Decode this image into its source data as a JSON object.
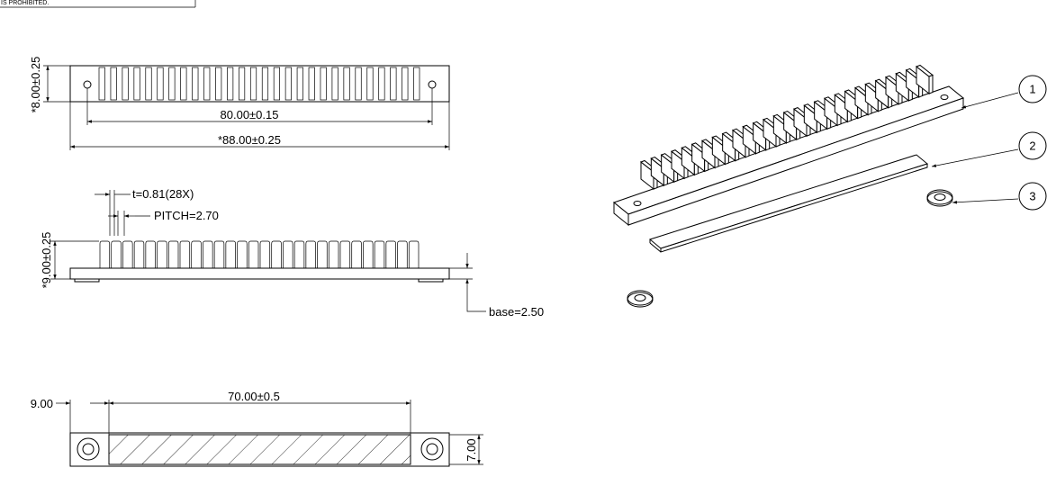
{
  "title_block": {
    "note_text": "IS PROHIBITED."
  },
  "top_view": {
    "height_dim": "*8.00±0.25",
    "hole_span_dim": "80.00±0.15",
    "overall_length_dim": "*88.00±0.25",
    "fin_count": 28
  },
  "side_view": {
    "fin_thickness_dim": "t=0.81(28X)",
    "pitch_dim": "PITCH=2.70",
    "height_dim": "*9.00±0.25",
    "base_dim": "base=2.50"
  },
  "bottom_view": {
    "edge_offset_dim": "9.00",
    "pad_length_dim": "70.00±0.5",
    "pad_width_dim": "7.00"
  },
  "isometric_view": {
    "balloons": [
      "1",
      "2",
      "3"
    ]
  }
}
